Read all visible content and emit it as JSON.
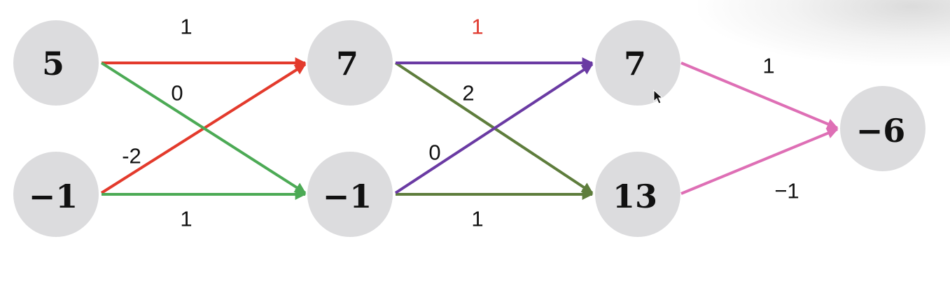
{
  "nodes": {
    "layer1_top": "5",
    "layer1_bottom": "−1",
    "layer2_top": "7",
    "layer2_bottom": "−1",
    "layer3_top": "7",
    "layer3_bottom": "13",
    "output": "−6"
  },
  "weights": {
    "l1top_l2top": "1",
    "l1top_l2bottom": "0",
    "l1bottom_l2top": "-2",
    "l1bottom_l2bottom": "1",
    "l2top_l3top": "1",
    "l2top_l3bottom": "2",
    "l2bottom_l3top": "0",
    "l2bottom_l3bottom": "1",
    "l3top_out": "1",
    "l3bottom_out": "−1"
  },
  "colors": {
    "red_edges": "#e33a2c",
    "green_edges": "#4caa55",
    "purple_edges": "#6a3aa3",
    "olive_edges": "#5e7d3c",
    "pink_edges": "#de6fb5",
    "node_fill": "#dcdcde",
    "highlight_label": "#e03a2f"
  }
}
